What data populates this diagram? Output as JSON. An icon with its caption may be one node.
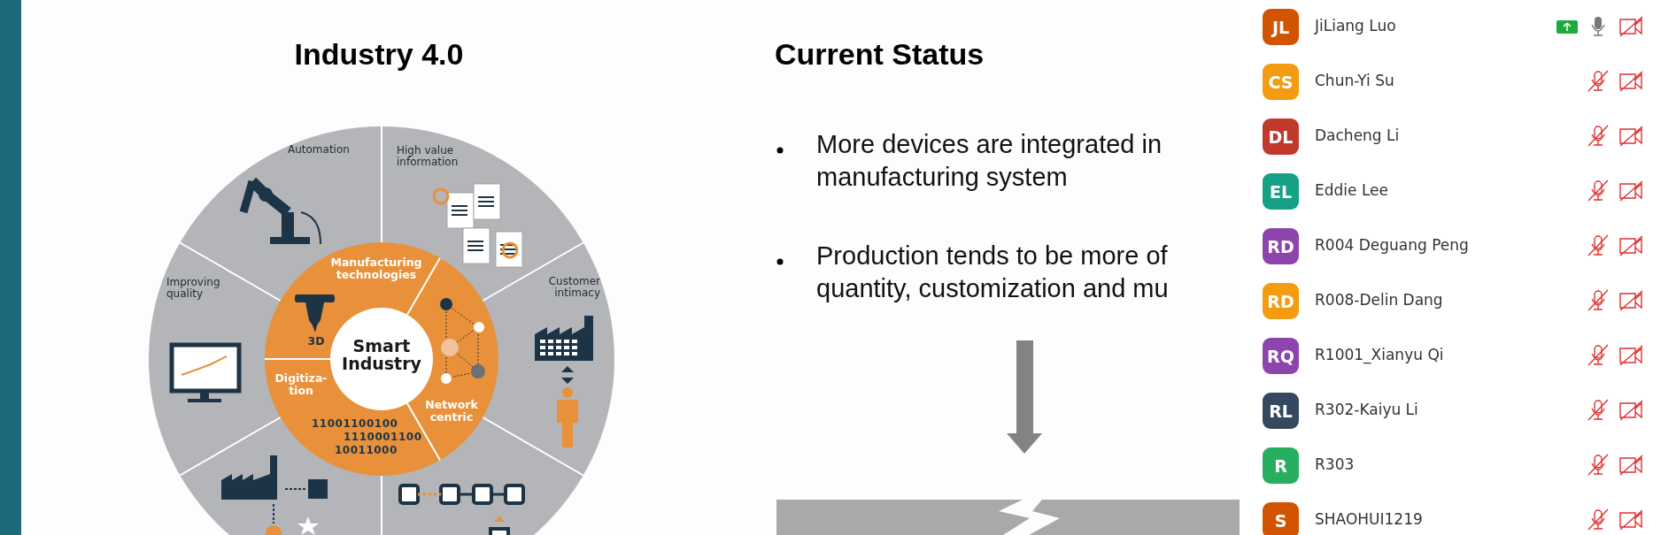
{
  "diagram": {
    "labels": [
      "Industry 4.0",
      "Current Status",
      "Automation",
      "High value information",
      "More devices are integrated in manufacturing system",
      "Improving quality",
      "Manufacturing technologies",
      "Customer intimacy",
      "Production tends to be more of quantity, customization and mu",
      "3D",
      "Smart Industry",
      "Digitiza- tion",
      "Network centric",
      "11001100100",
      "1110001100",
      "10011000",
      "JL",
      "JiLiang Luo",
      "CS",
      "Chun-Yi Su",
      "DL",
      "Dacheng Li",
      "EL",
      "Eddie Lee",
      "RD",
      "R004 Deguang Peng",
      "RD",
      "R008-Delin Dang",
      "RQ",
      "R1001_Xianyu Qi",
      "RL",
      "R302-Kaiyu Li",
      "R",
      "R303",
      "S",
      "SHAOHUI1219"
    ]
  }
}
